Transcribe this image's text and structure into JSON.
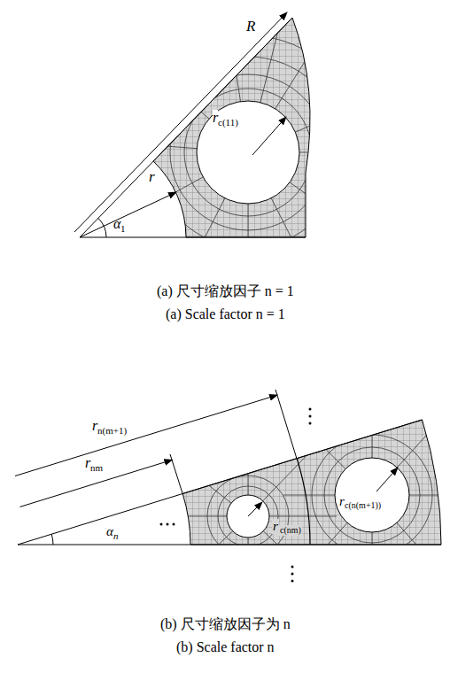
{
  "diagram": {
    "labels": [
      "R",
      "r",
      "α",
      "1",
      "r",
      "c(11)",
      "(a) 尺寸缩放因子 n = 1",
      "(a) Scale factor n = 1",
      "r",
      "n(m+1)",
      "r",
      "nm",
      "α",
      "n",
      "r",
      "c(nm)",
      "r",
      "c(n(m+1))",
      "(b) 尺寸缩放因子为 n",
      "(b) Scale factor n"
    ]
  }
}
